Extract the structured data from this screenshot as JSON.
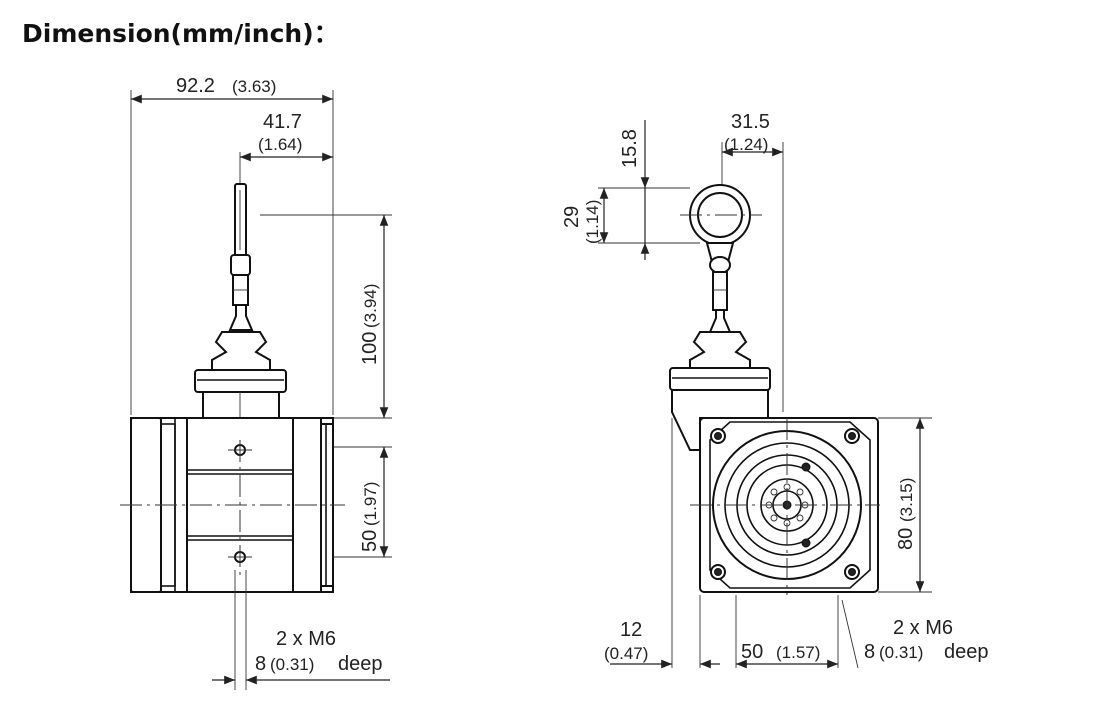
{
  "title": "Dimension(mm/inch)：",
  "side_view": {
    "overall_width": {
      "mm": "92.2",
      "inch": "(3.63)"
    },
    "cable_offset": {
      "mm": "41.7",
      "inch": "(1.64)"
    },
    "height": {
      "mm": "100",
      "inch": "(3.94)"
    },
    "hole_spacing": {
      "mm": "50",
      "inch": "(1.97)"
    },
    "thread": {
      "line1": "2 x M6",
      "depth_mm": "8",
      "depth_inch": "(0.31)",
      "depth_word": "deep"
    }
  },
  "front_view": {
    "eye_offset": {
      "mm": "31.5",
      "inch": "(1.24)"
    },
    "eye_top": {
      "mm": "15.8"
    },
    "eye_height": {
      "mm": "29",
      "inch": "(1.14)"
    },
    "housing_height": {
      "mm": "80",
      "inch": "(3.15)"
    },
    "edge_offset": {
      "mm": "12",
      "inch": "(0.47)"
    },
    "hole_spacing": {
      "mm": "50",
      "inch": "(1.57)"
    },
    "thread": {
      "line1": "2 x M6",
      "depth_mm": "8",
      "depth_inch": "(0.31)",
      "depth_word": "deep"
    }
  }
}
